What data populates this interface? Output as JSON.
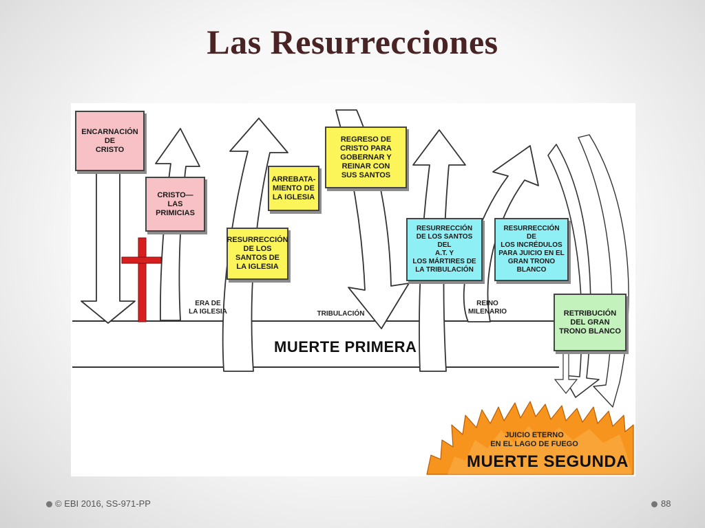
{
  "slide": {
    "title": "Las Resurrecciones",
    "footer_text": "© EBI 2016, SS-971-PP",
    "page_number": "88"
  },
  "diagram": {
    "boxes": {
      "encarnacion": "ENCARNACIÓN\nDE\nCRISTO",
      "primicias": "CRISTO—\nLAS\nPRIMICIAS",
      "santos_iglesia": "RESURRECCIÓN\nDE LOS\nSANTOS DE\nLA IGLESIA",
      "arrebatamiento": "ARREBATA-\nMIENTO DE\nLA IGLESIA",
      "regreso": "REGRESO DE\nCRISTO PARA\nGOBERNAR Y\nREINAR CON\nSUS SANTOS",
      "santos_at": "RESURRECCIÓN\nDE LOS SANTOS DEL\nA.T. Y\nLOS MÁRTIRES DE\nLA TRIBULACIÓN",
      "incredulos": "RESURRECCIÓN DE\nLOS INCRÉDULOS\nPARA JUICIO EN EL\nGRAN TRONO BLANCO",
      "retribucion": "RETRIBUCIÓN\nDEL GRAN\nTRONO BLANCO"
    },
    "era_labels": {
      "era_iglesia": "ERA DE\nLA IGLESIA",
      "tribulacion": "TRIBULACIÓN",
      "reino": "REINO\nMILENARIO"
    },
    "muerte_primera": "MUERTE PRIMERA",
    "juicio_eterno": "JUICIO ETERNO\nEN EL LAGO DE FUEGO",
    "muerte_segunda": "MUERTE SEGUNDA"
  },
  "colors": {
    "pink": "#f8c1c5",
    "yellow": "#fbf55a",
    "cyan": "#8ef0f5",
    "green": "#c4f2bc",
    "fire": "#f7941d",
    "cross": "#d81f1f",
    "title": "#4a2424"
  }
}
